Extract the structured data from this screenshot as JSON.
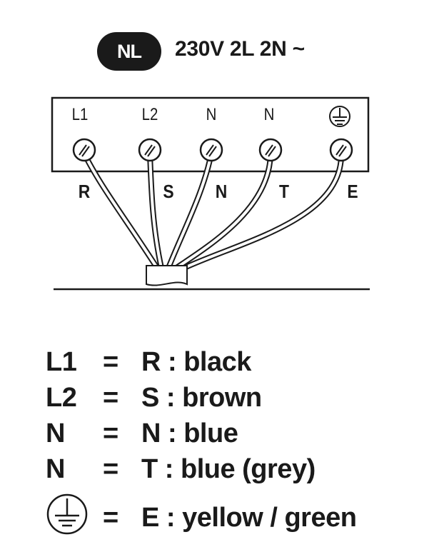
{
  "header": {
    "country_badge": "NL",
    "voltage": "230V 2L 2N ~"
  },
  "terminal_block": {
    "terminals": [
      {
        "label": "L1",
        "wire_label": "R"
      },
      {
        "label": "L2",
        "wire_label": "S"
      },
      {
        "label": "N",
        "wire_label": "N"
      },
      {
        "label": "N",
        "wire_label": "T"
      },
      {
        "label": "",
        "icon": "ground-icon",
        "wire_label": "E"
      }
    ]
  },
  "legend": [
    {
      "code": "L1",
      "equals": "=",
      "description": "R : black"
    },
    {
      "code": "L2",
      "equals": "=",
      "description": "S : brown"
    },
    {
      "code": "N",
      "equals": "=",
      "description": "N : blue"
    },
    {
      "code": "N",
      "equals": "=",
      "description": "T : blue (grey)"
    },
    {
      "code": "",
      "icon": "ground-icon",
      "equals": "=",
      "description": "E : yellow / green"
    }
  ],
  "colors": {
    "ink": "#1a1a1a",
    "background": "#ffffff"
  }
}
